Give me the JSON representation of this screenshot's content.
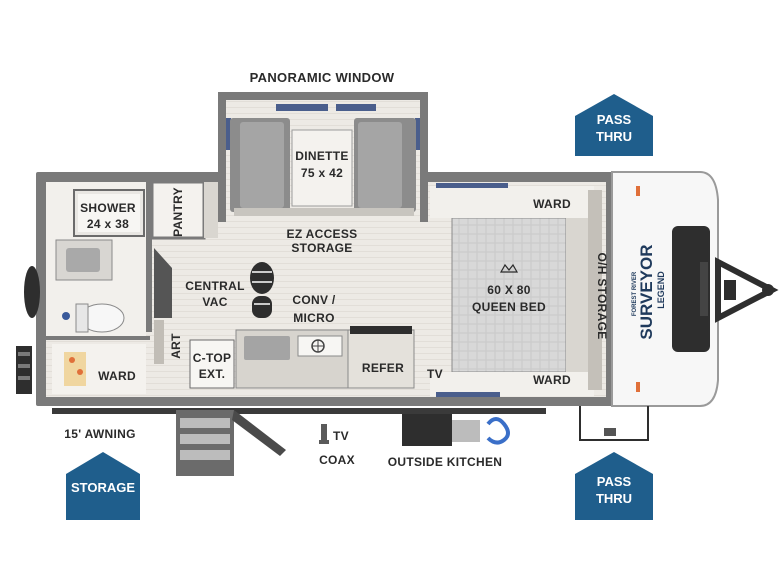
{
  "labels": {
    "panoramic_window": "PANORAMIC WINDOW",
    "dinette_line1": "DINETTE",
    "dinette_line2": "75 x 42",
    "shower_line1": "SHOWER",
    "shower_line2": "24 x 38",
    "pantry": "PANTRY",
    "ez_access_line1": "EZ ACCESS",
    "ez_access_line2": "STORAGE",
    "central_vac_line1": "CENTRAL",
    "central_vac_line2": "VAC",
    "conv_micro_line1": "CONV /",
    "conv_micro_line2": "MICRO",
    "art": "ART",
    "ctop_line1": "C-TOP",
    "ctop_line2": "EXT.",
    "refer": "REFER",
    "tv": "TV",
    "ward_top": "WARD",
    "ward_bottom": "WARD",
    "ward_left": "WARD",
    "bed_line1": "60 X 80",
    "bed_line2": "QUEEN BED",
    "oh_storage": "O/H STORAGE",
    "awning": "15' AWNING",
    "tv_coax_line1": "TV",
    "tv_coax_line2": "COAX",
    "outside_kitchen": "OUTSIDE KITCHEN"
  },
  "tags": {
    "pass_thru_top_line1": "PASS",
    "pass_thru_top_line2": "THRU",
    "pass_thru_bottom_line1": "PASS",
    "pass_thru_bottom_line2": "THRU",
    "storage": "STORAGE"
  },
  "branding": {
    "maker": "FOREST RIVER",
    "model": "SURVEYOR",
    "sub": "LEGEND"
  },
  "colors": {
    "tag_blue": "#1f5e8c",
    "wall": "#6b6b6b",
    "floor": "#ece9e4"
  }
}
